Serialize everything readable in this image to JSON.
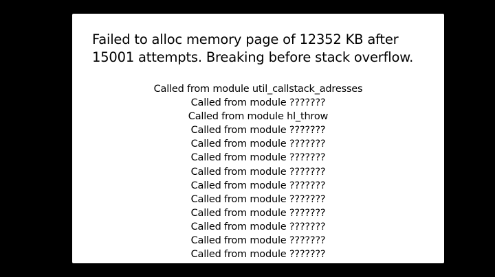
{
  "dialog": {
    "title": "Failed to alloc memory page of 12352 KB after 15001 attempts. Breaking before stack overflow.",
    "stack_lines": [
      "Called from module util_callstack_adresses",
      "Called from module ???????",
      "Called from module hl_throw",
      "Called from module ???????",
      "Called from module ???????",
      "Called from module ???????",
      "Called from module ???????",
      "Called from module ???????",
      "Called from module ???????",
      "Called from module ???????",
      "Called from module ???????",
      "Called from module ???????",
      "Called from module ???????"
    ]
  },
  "colors": {
    "background": "#000000",
    "dialog_background": "#ffffff",
    "text": "#000000"
  }
}
